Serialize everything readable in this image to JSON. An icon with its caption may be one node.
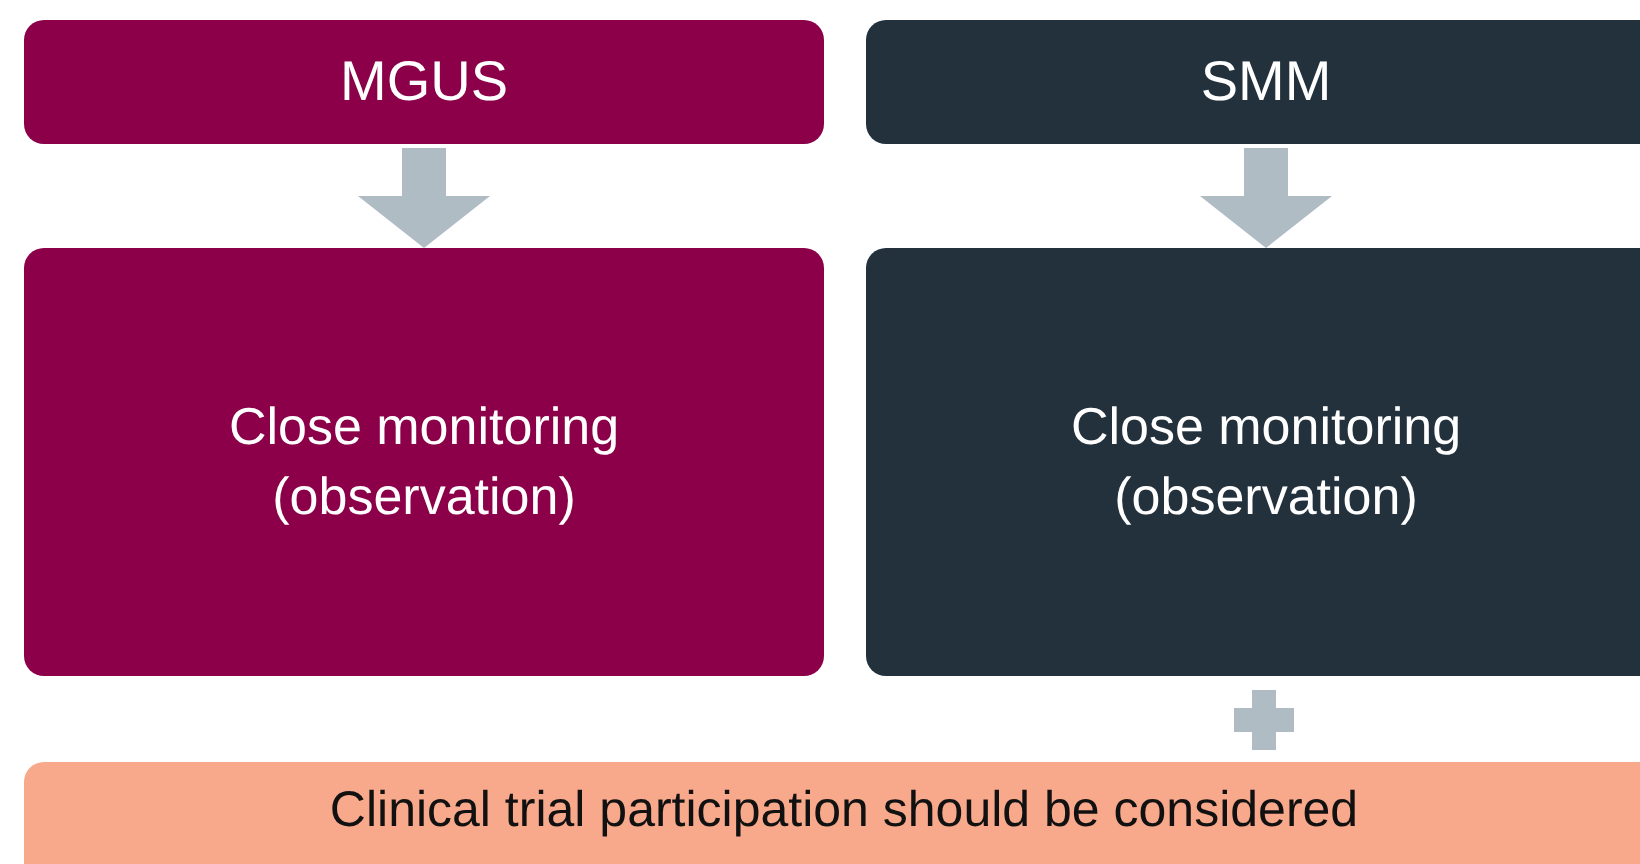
{
  "diagram": {
    "nodes": [
      {
        "text": [
          "MGUS"
        ]
      },
      {
        "text": [
          "SMM"
        ]
      },
      {
        "text": [
          "Close monitoring (observation)"
        ]
      },
      {
        "text": [
          "Close monitoring (observation)"
        ]
      },
      {
        "text": [
          "Clinical trial participation should be considered"
        ]
      }
    ],
    "edges": [
      {
        "from": 0,
        "to": 2,
        "arrow": "to"
      },
      {
        "from": 1,
        "to": 3,
        "arrow": "to"
      }
    ]
  }
}
